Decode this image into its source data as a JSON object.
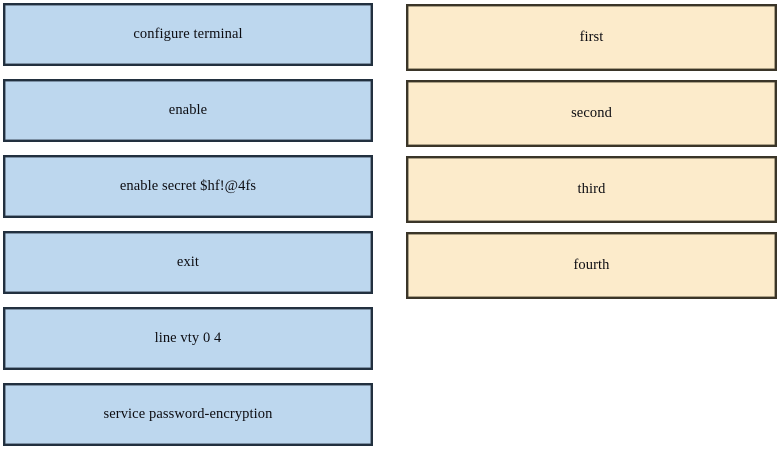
{
  "exercise": {
    "type": "drag-and-drop-ordering",
    "background_color": "#ffffff"
  },
  "left_column": {
    "name": "commands-column",
    "fill_color": "#bdd7ee",
    "border_color": "#22303f",
    "items": [
      {
        "label": "configure terminal"
      },
      {
        "label": "enable"
      },
      {
        "label": "enable secret $hf!@4fs"
      },
      {
        "label": "exit"
      },
      {
        "label": "line vty 0 4"
      },
      {
        "label": "service password-encryption"
      }
    ]
  },
  "right_column": {
    "name": "order-column",
    "fill_color": "#fcebcb",
    "border_color": "#3a3528",
    "items": [
      {
        "label": "first"
      },
      {
        "label": "second"
      },
      {
        "label": "third"
      },
      {
        "label": "fourth"
      }
    ]
  }
}
